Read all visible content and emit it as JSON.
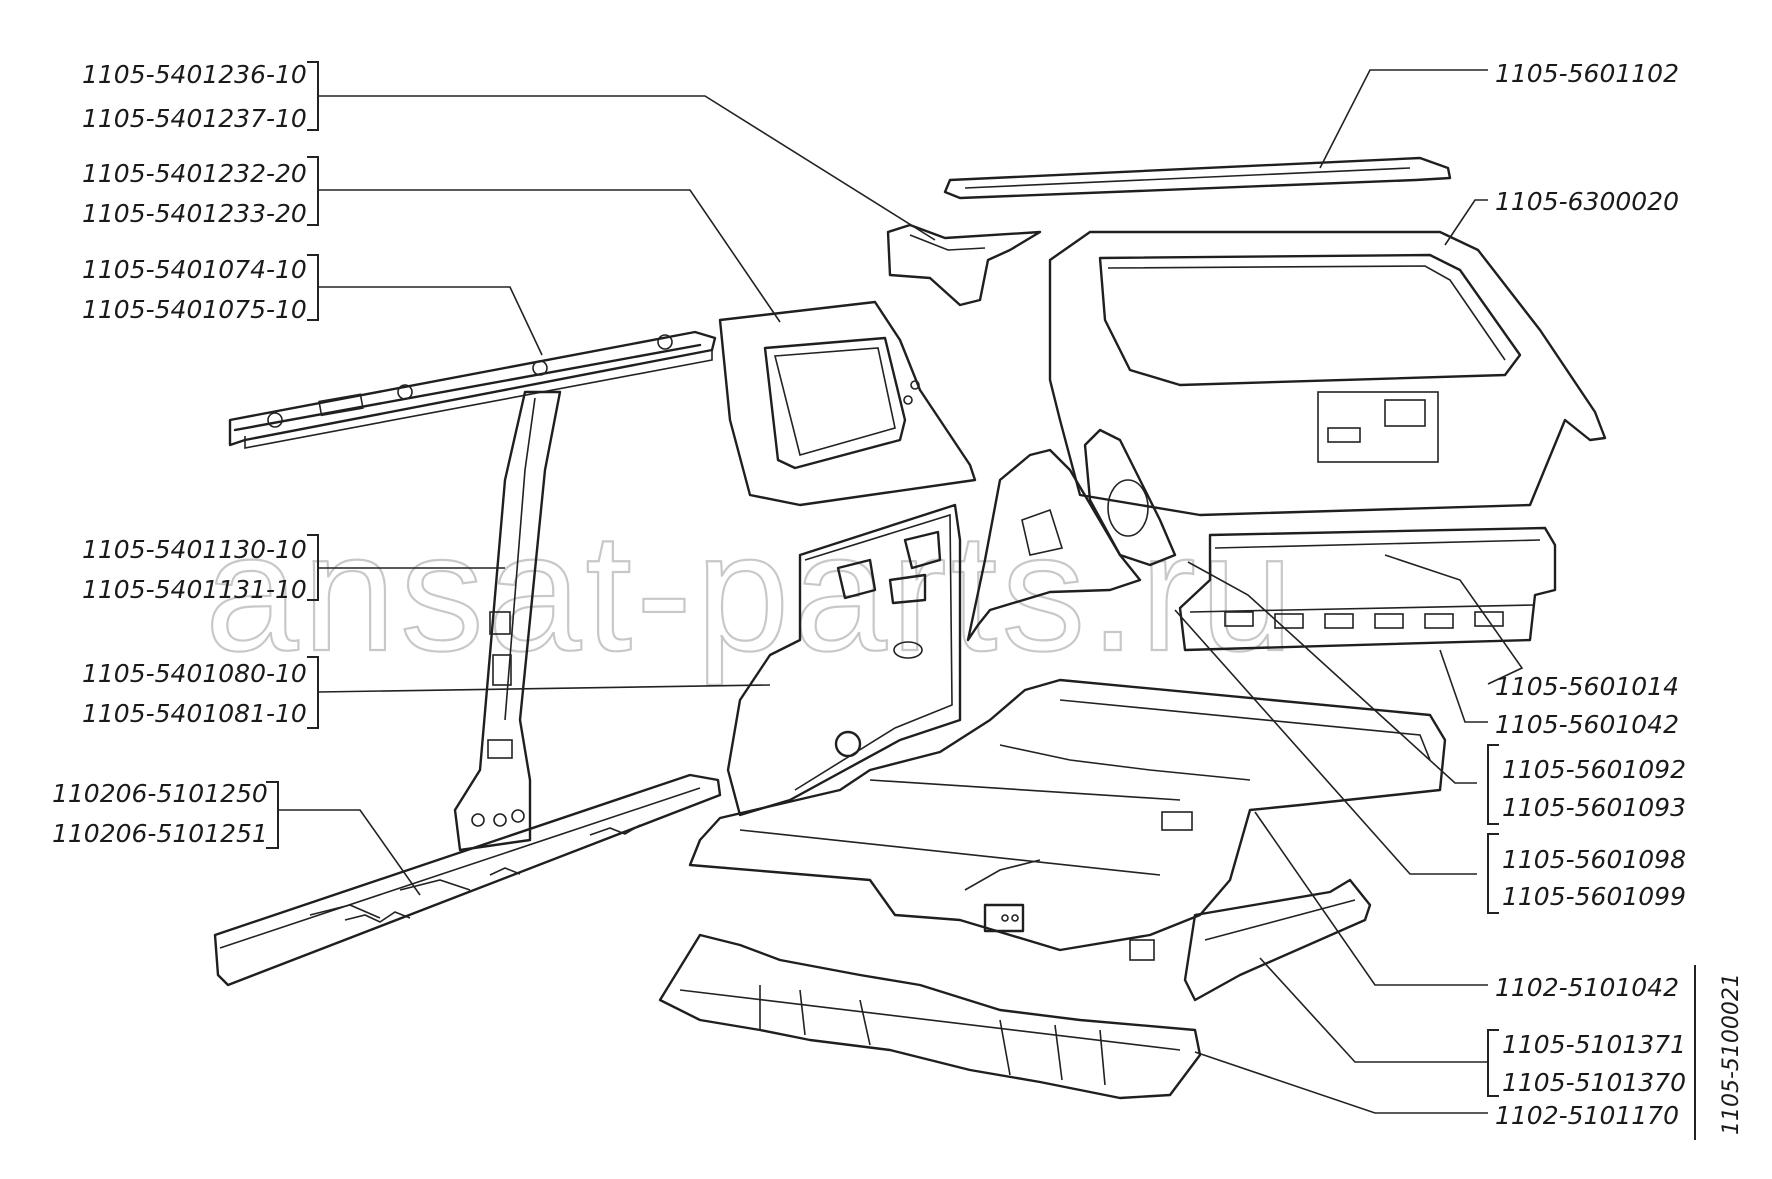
{
  "callouts": [
    {
      "id": "c1",
      "lines": [
        "1105-5401236-10",
        "1105-5401237-10"
      ]
    },
    {
      "id": "c2",
      "lines": [
        "1105-5401232-20",
        "1105-5401233-20"
      ]
    },
    {
      "id": "c3",
      "lines": [
        "1105-5401074-10",
        "1105-5401075-10"
      ]
    },
    {
      "id": "c4",
      "lines": [
        "1105-5401130-10",
        "1105-5401131-10"
      ]
    },
    {
      "id": "c5",
      "lines": [
        "1105-5401080-10",
        "1105-5401081-10"
      ]
    },
    {
      "id": "c6",
      "lines": [
        "110206-5101250",
        "110206-5101251"
      ]
    },
    {
      "id": "c7",
      "lines": [
        "1105-5601102"
      ]
    },
    {
      "id": "c8",
      "lines": [
        "1105-6300020"
      ]
    },
    {
      "id": "c9",
      "lines": [
        "1105-5601014"
      ]
    },
    {
      "id": "c10",
      "lines": [
        "1105-5601042"
      ]
    },
    {
      "id": "c11",
      "lines": [
        "1105-5601092",
        "1105-5601093"
      ]
    },
    {
      "id": "c12",
      "lines": [
        "1105-5601098",
        "1105-5601099"
      ]
    },
    {
      "id": "c13",
      "lines": [
        "1102-5101042"
      ]
    },
    {
      "id": "c14",
      "lines": [
        "1105-5101371",
        "1105-5101370"
      ]
    },
    {
      "id": "c15",
      "lines": [
        "1102-5101170"
      ]
    }
  ],
  "drawing_code": "1105-5100021",
  "watermark": "ansat-parts.ru",
  "colors": {
    "ink": "#1f1f1f",
    "watermark": "#c8c8c8",
    "paper": "#ffffff"
  }
}
